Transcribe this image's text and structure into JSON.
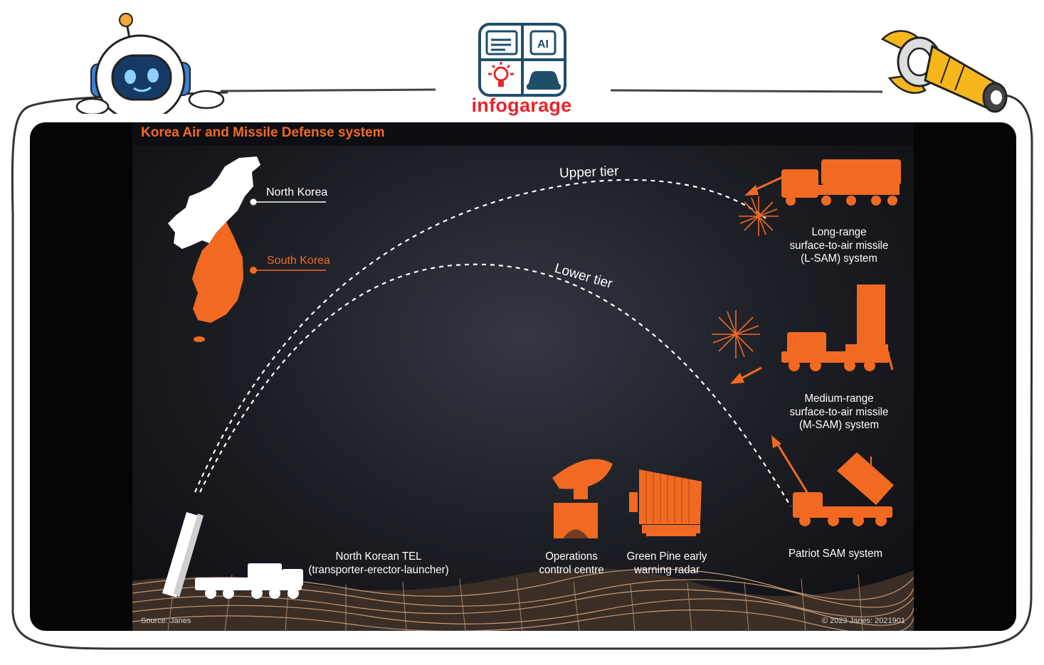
{
  "brand": {
    "name": "infogarage",
    "icon_label": "AI"
  },
  "figure": {
    "title": "Korea Air and Missile Defense system",
    "map": {
      "north_korea": "North Korea",
      "south_korea": "South Korea"
    },
    "tiers": {
      "upper": "Upper tier",
      "lower": "Lower tier"
    },
    "systems": {
      "lsam": "Long-range\nsurface-to-air missile\n(L-SAM) system",
      "msam": "Medium-range\nsurface-to-air missile\n(M-SAM) system",
      "patriot": "Patriot SAM system",
      "tel": "North Korean TEL\n(transporter-erector-launcher)",
      "ops": "Operations\ncontrol centre",
      "radar": "Green Pine early\nwarning radar"
    },
    "source": "Source: Janes",
    "copyright": "© 2023 Janes: 2021901"
  },
  "colors": {
    "accent": "#f26a22",
    "brand_red": "#e8242c",
    "brand_navy": "#1f4e6b"
  }
}
